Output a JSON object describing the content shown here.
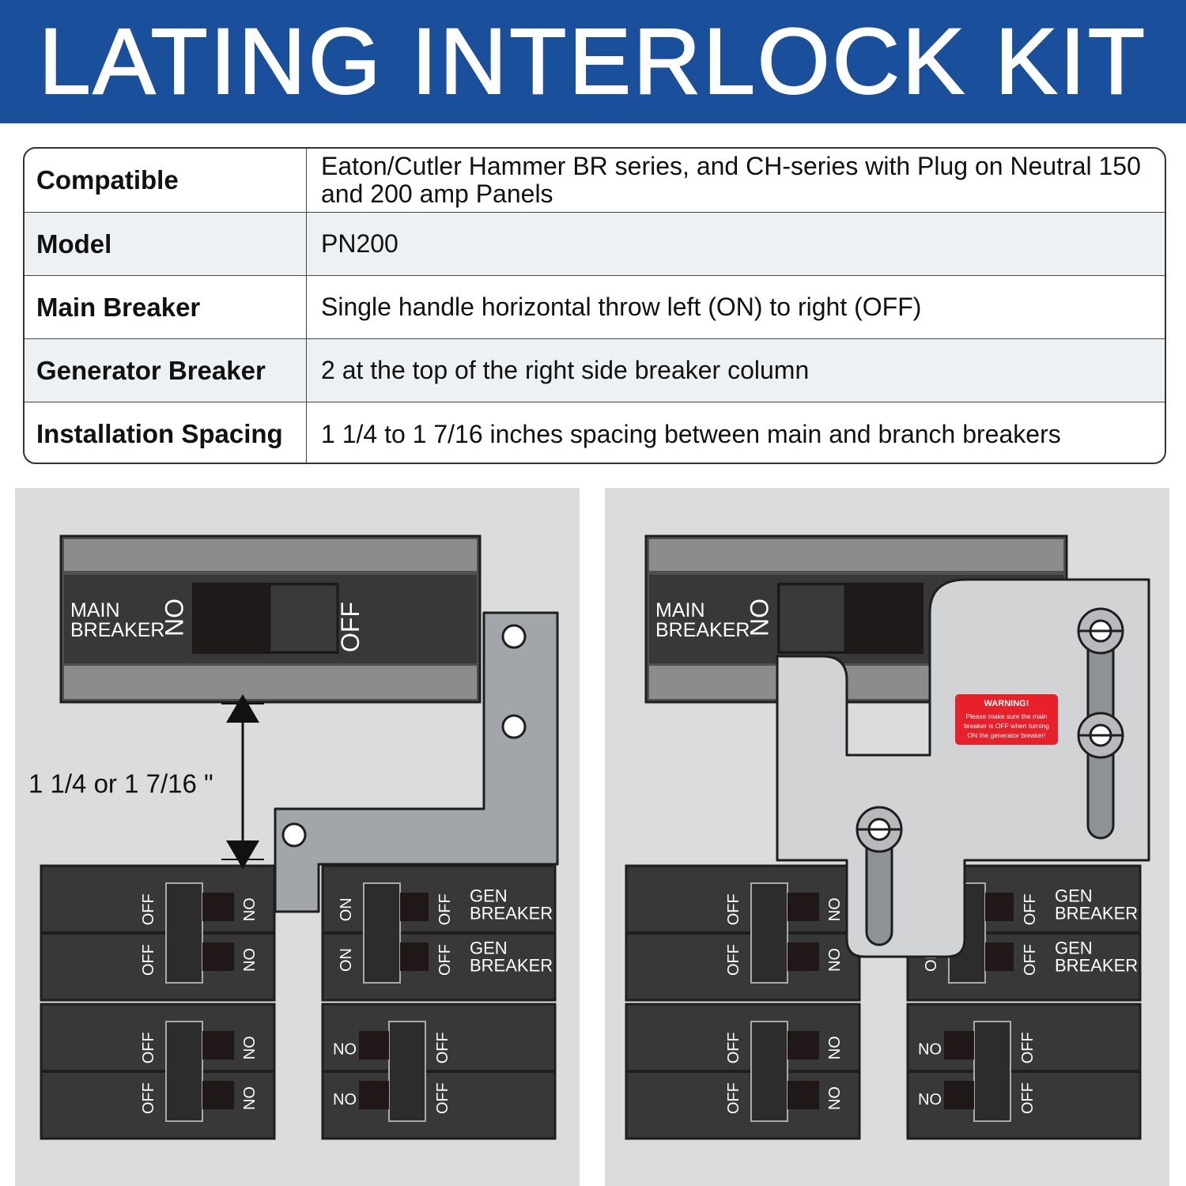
{
  "header": {
    "title": "LATING INTERLOCK KIT"
  },
  "specs": [
    {
      "label": "Compatible",
      "value": "Eaton/Cutler Hammer BR series, and CH-series with Plug on Neutral 150 and 200 amp Panels"
    },
    {
      "label": "Model",
      "value": "PN200"
    },
    {
      "label": "Main Breaker",
      "value": "Single handle horizontal throw left (ON) to right (OFF)"
    },
    {
      "label": "Generator Breaker",
      "value": "2 at the top of the right side breaker column"
    },
    {
      "label": "Installation Spacing",
      "value": "1 1/4 to 1 7/16 inches spacing between main and branch breakers"
    }
  ],
  "diagram": {
    "main_breaker_label_line1": "MAIN",
    "main_breaker_label_line2": "BREAKER",
    "on_label": "ON",
    "off_label": "OFF",
    "gen_label_line1": "GEN",
    "gen_label_line2": "BREAKER",
    "spacing_label": "1 1/4 or 1 7/16 \"",
    "warning_title": "WARNING!",
    "warning_text": [
      "Please make sure the main",
      "breaker is OFF when turning",
      "ON the generator breaker!"
    ],
    "colors": {
      "banner": "#1a4f9c",
      "panel_bg": "#dcdcdc",
      "breaker_body": "#383838",
      "rail": "#8c8c8c",
      "plate_left": "#a2a6aa",
      "plate_right": "#d2d3d5",
      "warning": "#e8202a"
    }
  }
}
